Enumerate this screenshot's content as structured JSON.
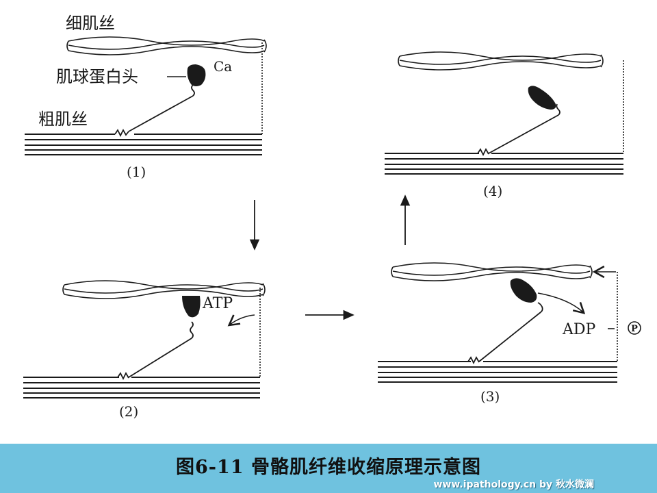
{
  "labels": {
    "thin_filament": "细肌丝",
    "myosin_head": "肌球蛋白头",
    "thick_filament": "粗肌丝",
    "calcium": "Ca",
    "atp": "ATP",
    "adp": "ADP",
    "phosphate": "P"
  },
  "panels": [
    {
      "caption": "(1)"
    },
    {
      "caption": "(2)"
    },
    {
      "caption": "(3)"
    },
    {
      "caption": "(4)"
    }
  ],
  "caption": "图6-11 骨骼肌纤维收缩原理示意图",
  "credit": "www.ipathology.cn by 秋水微澜",
  "colors": {
    "caption_bar": "#6fc2df",
    "ink": "#1a1a1a"
  }
}
